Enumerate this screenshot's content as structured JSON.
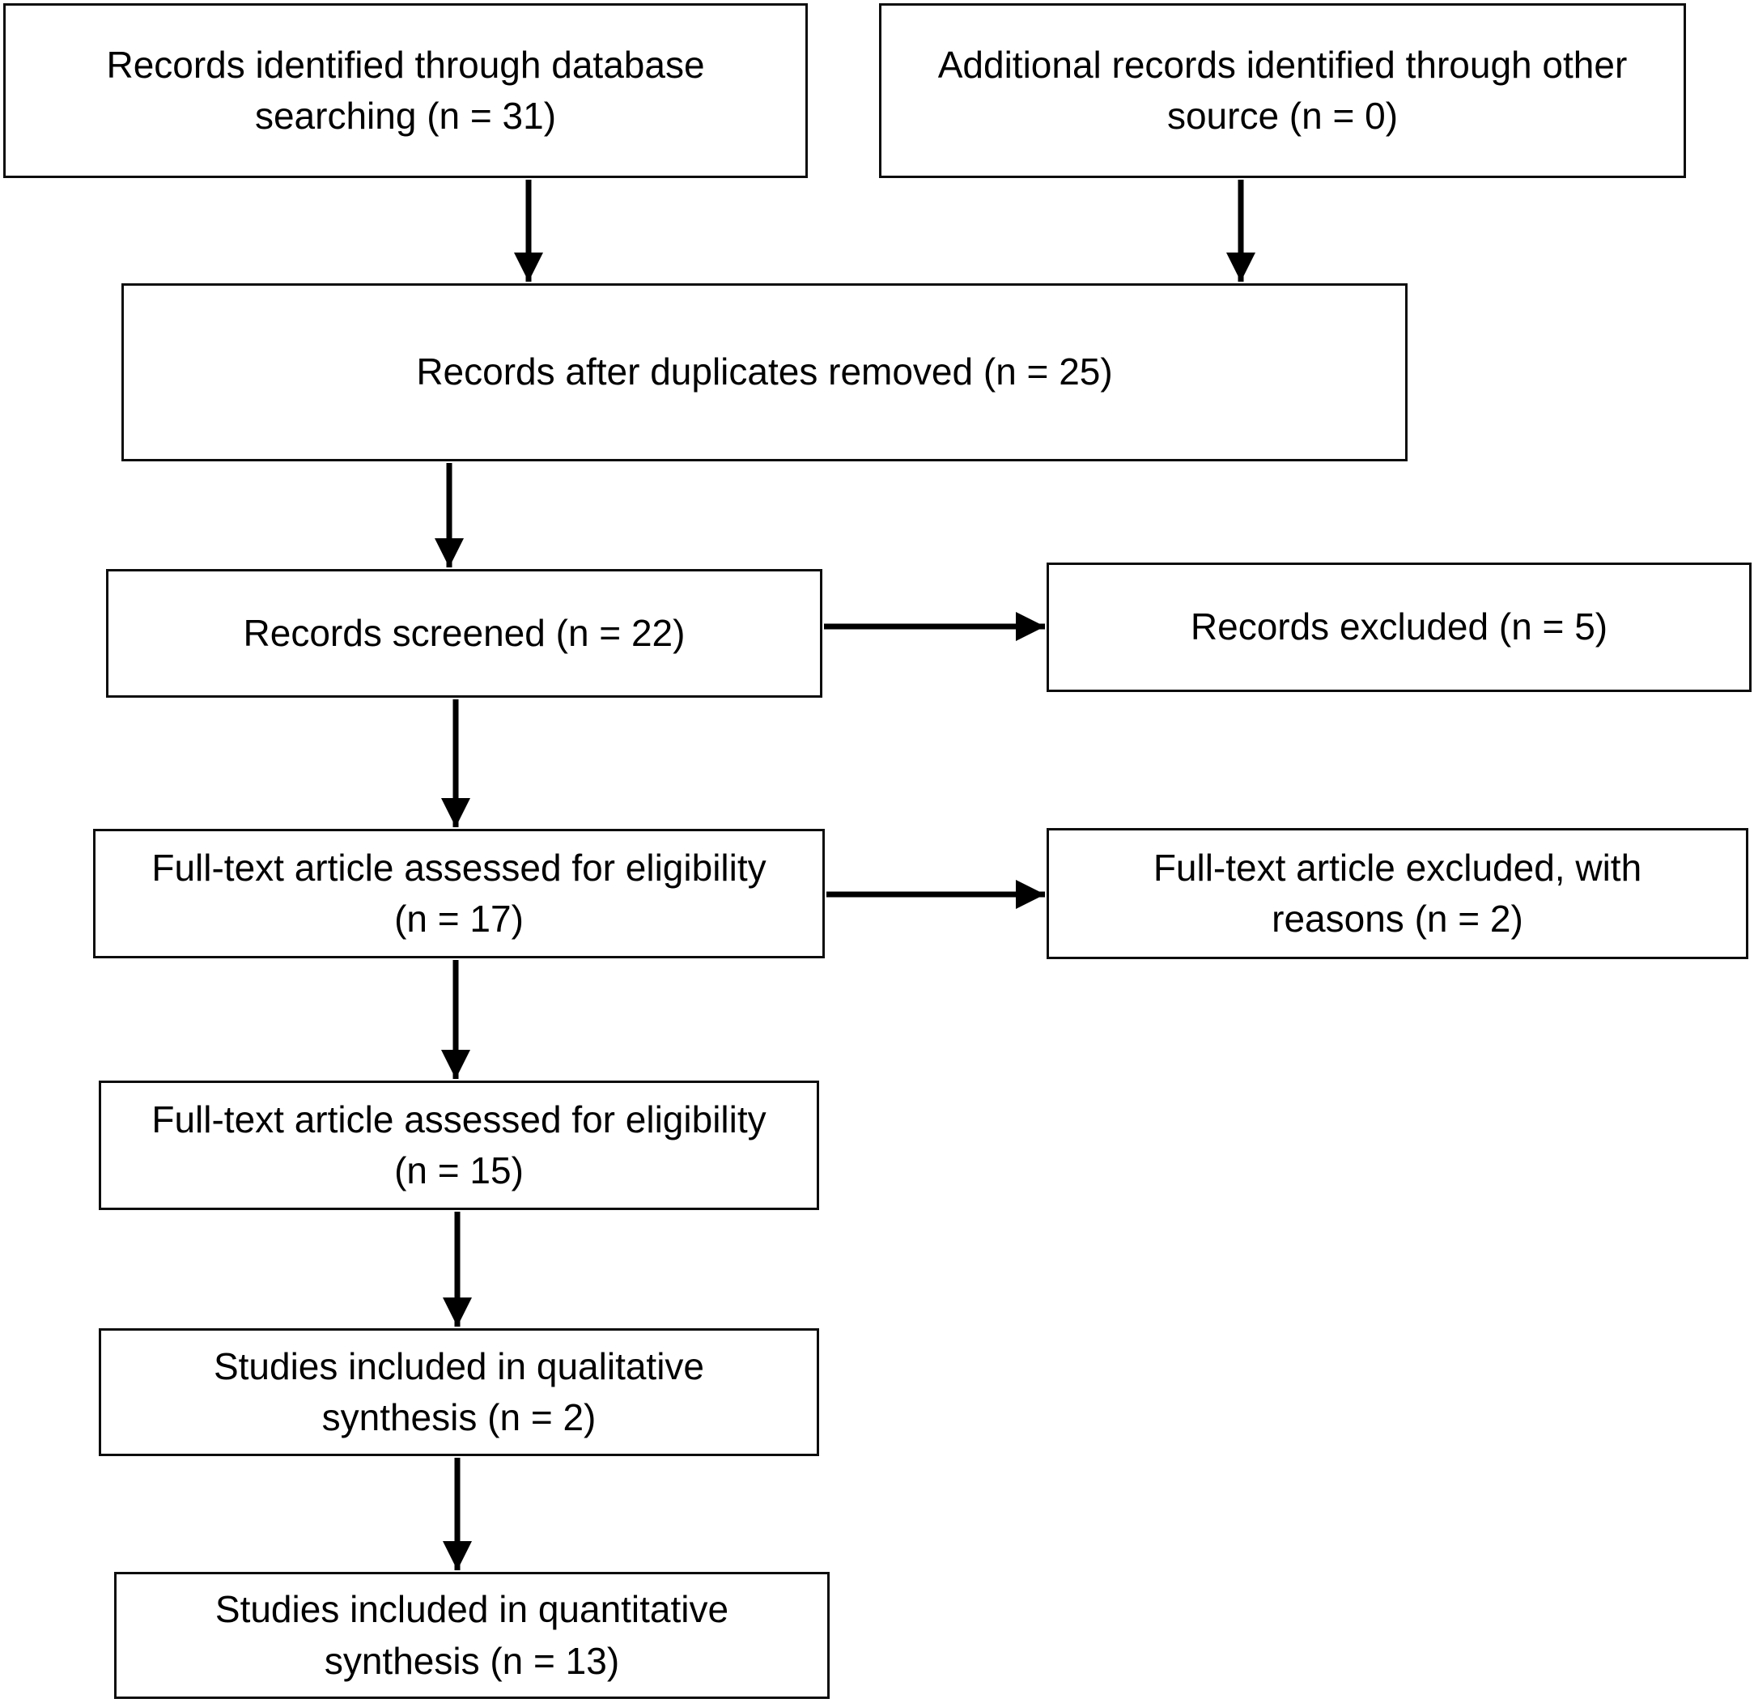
{
  "diagram": {
    "type": "prisma-flow",
    "nodes": {
      "db_search": {
        "label": "Records identified through database\nsearching (n = 31)",
        "n": 31
      },
      "other_source": {
        "label": "Additional records identified through other\nsource (n = 0)",
        "n": 0
      },
      "after_duplicates": {
        "label": "Records after duplicates removed (n = 25)",
        "n": 25
      },
      "screened": {
        "label": "Records screened (n = 22)",
        "n": 22
      },
      "excluded": {
        "label": "Records excluded (n = 5)",
        "n": 5
      },
      "fulltext_assessed": {
        "label": "Full-text article assessed for eligibility\n(n = 17)",
        "n": 17
      },
      "fulltext_excluded": {
        "label": "Full-text article excluded, with\nreasons (n = 2)",
        "n": 2
      },
      "fulltext_assessed2": {
        "label": "Full-text article assessed for eligibility\n(n = 15)",
        "n": 15
      },
      "qualitative": {
        "label": "Studies included in qualitative\nsynthesis (n = 2)",
        "n": 2
      },
      "quantitative": {
        "label": "Studies included in quantitative\nsynthesis (n = 13)",
        "n": 13
      }
    },
    "edges": [
      {
        "from": "db_search",
        "to": "after_duplicates"
      },
      {
        "from": "other_source",
        "to": "after_duplicates"
      },
      {
        "from": "after_duplicates",
        "to": "screened"
      },
      {
        "from": "screened",
        "to": "excluded"
      },
      {
        "from": "screened",
        "to": "fulltext_assessed"
      },
      {
        "from": "fulltext_assessed",
        "to": "fulltext_excluded"
      },
      {
        "from": "fulltext_assessed",
        "to": "fulltext_assessed2"
      },
      {
        "from": "fulltext_assessed2",
        "to": "qualitative"
      },
      {
        "from": "qualitative",
        "to": "quantitative"
      }
    ],
    "colors": {
      "line": "#000000",
      "border": "#0d0d0d",
      "background": "#ffffff",
      "text": "#000000"
    }
  }
}
